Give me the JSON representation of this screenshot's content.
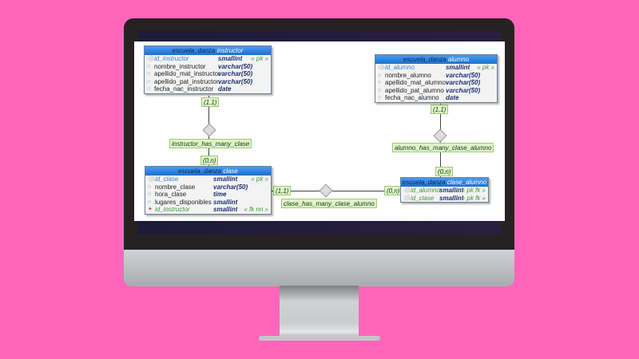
{
  "colors": {
    "background": "#ff66bb",
    "header": "#1a6fd0",
    "label_bg": "#dff5c4"
  },
  "tables": {
    "instructor": {
      "schema": "escuela_danza",
      "name": "instructor",
      "rows": [
        {
          "name": "id_instructor",
          "type": "smallint",
          "key": "« pk »",
          "icon": "key-icon"
        },
        {
          "name": "nombre_instructor",
          "type": "varchar(50)",
          "key": ""
        },
        {
          "name": "apellido_mat_instructor",
          "type": "varchar(50)",
          "key": ""
        },
        {
          "name": "apellido_pat_instructor",
          "type": "varchar(50)",
          "key": ""
        },
        {
          "name": "fecha_nac_instructor",
          "type": "date",
          "key": ""
        }
      ]
    },
    "alumno": {
      "schema": "escuela_danza",
      "name": "alumno",
      "rows": [
        {
          "name": "id_alumno",
          "type": "smallint",
          "key": "« pk »"
        },
        {
          "name": "nombre_alumno",
          "type": "varchar(50)",
          "key": ""
        },
        {
          "name": "apellido_mat_alumno",
          "type": "varchar(50)",
          "key": ""
        },
        {
          "name": "apellido_pat_alumno",
          "type": "varchar(50)",
          "key": ""
        },
        {
          "name": "fecha_nac_alumno",
          "type": "date",
          "key": ""
        }
      ]
    },
    "clase": {
      "schema": "escuela_danza",
      "name": "clase",
      "rows": [
        {
          "name": "id_clase",
          "type": "smallint",
          "key": "« pk »"
        },
        {
          "name": "nombre_clase",
          "type": "varchar(50)",
          "key": ""
        },
        {
          "name": "hora_clase",
          "type": "time",
          "key": ""
        },
        {
          "name": "lugares_disponibles",
          "type": "smallint",
          "key": ""
        },
        {
          "name": "id_instructor",
          "type": "smallint",
          "key": "« fk nn »"
        }
      ]
    },
    "clase_alumno": {
      "schema": "escuela_danza",
      "name": "clase_alumno",
      "rows": [
        {
          "name": "id_alumno",
          "type": "smallint",
          "key": "« pk fk »"
        },
        {
          "name": "id_clase",
          "type": "smallint",
          "key": "« pk fk »"
        }
      ]
    }
  },
  "relations": {
    "r1": {
      "name": "instructor_has_many_clase",
      "from": "(1,1)",
      "to": "(0,n)"
    },
    "r2": {
      "name": "alumno_has_many_clase_alumno",
      "from": "(1,1)",
      "to": "(0,n)"
    },
    "r3": {
      "name": "clase_has_many_clase_alumno",
      "from": "(1,1)",
      "to": "(0,n)"
    }
  }
}
